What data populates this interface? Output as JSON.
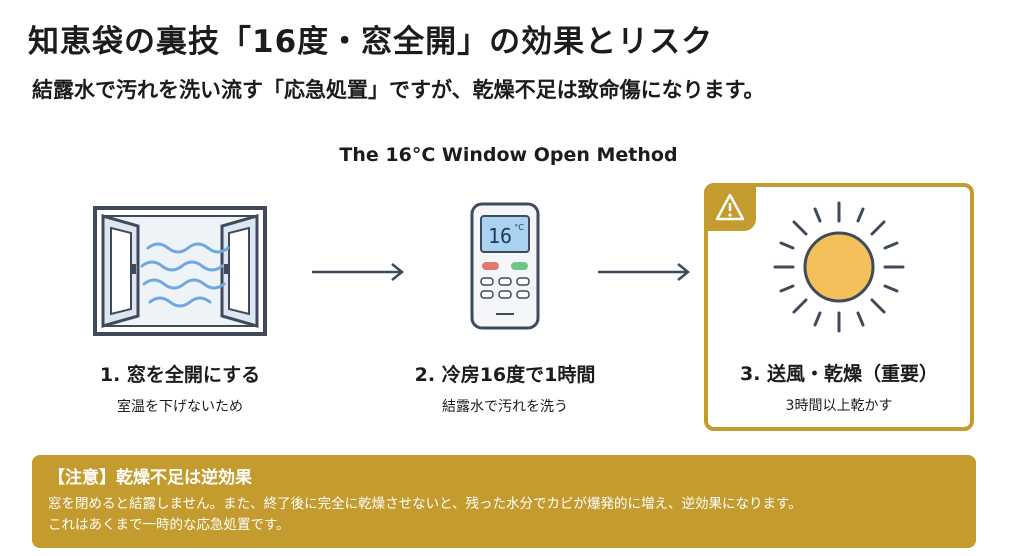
{
  "header": {
    "title": "知恵袋の裏技「16度・窓全開」の効果とリスク",
    "subtitle": "結露水で汚れを洗い流す「応急処置」ですが、乾燥不足は致命傷になります。"
  },
  "method_title": "The 16°C Window Open Method",
  "steps": [
    {
      "label": "1. 窓を全開にする",
      "desc": "室温を下げないため",
      "icon": "open-window-icon"
    },
    {
      "label": "2. 冷房16度で1時間",
      "desc": "結露水で汚れを洗う",
      "icon": "remote-control-icon",
      "display": "16",
      "unit": "°C"
    },
    {
      "label": "3. 送風・乾燥（重要）",
      "desc": "3時間以上乾かす",
      "icon": "sun-icon"
    }
  ],
  "notice": {
    "heading": "【注意】乾燥不足は逆効果",
    "line1": "窓を閉めると結露しません。また、終了後に完全に乾燥させないと、残った水分でカビが爆発的に増え、逆効果になります。",
    "line2": "これはあくまで一時的な応急処置です。"
  },
  "colors": {
    "accent": "#c49b2e",
    "text": "#1c1c1c",
    "icon_stroke": "#3f4b5c",
    "wind": "#6fa8dc",
    "sun": "#f3c05c"
  }
}
